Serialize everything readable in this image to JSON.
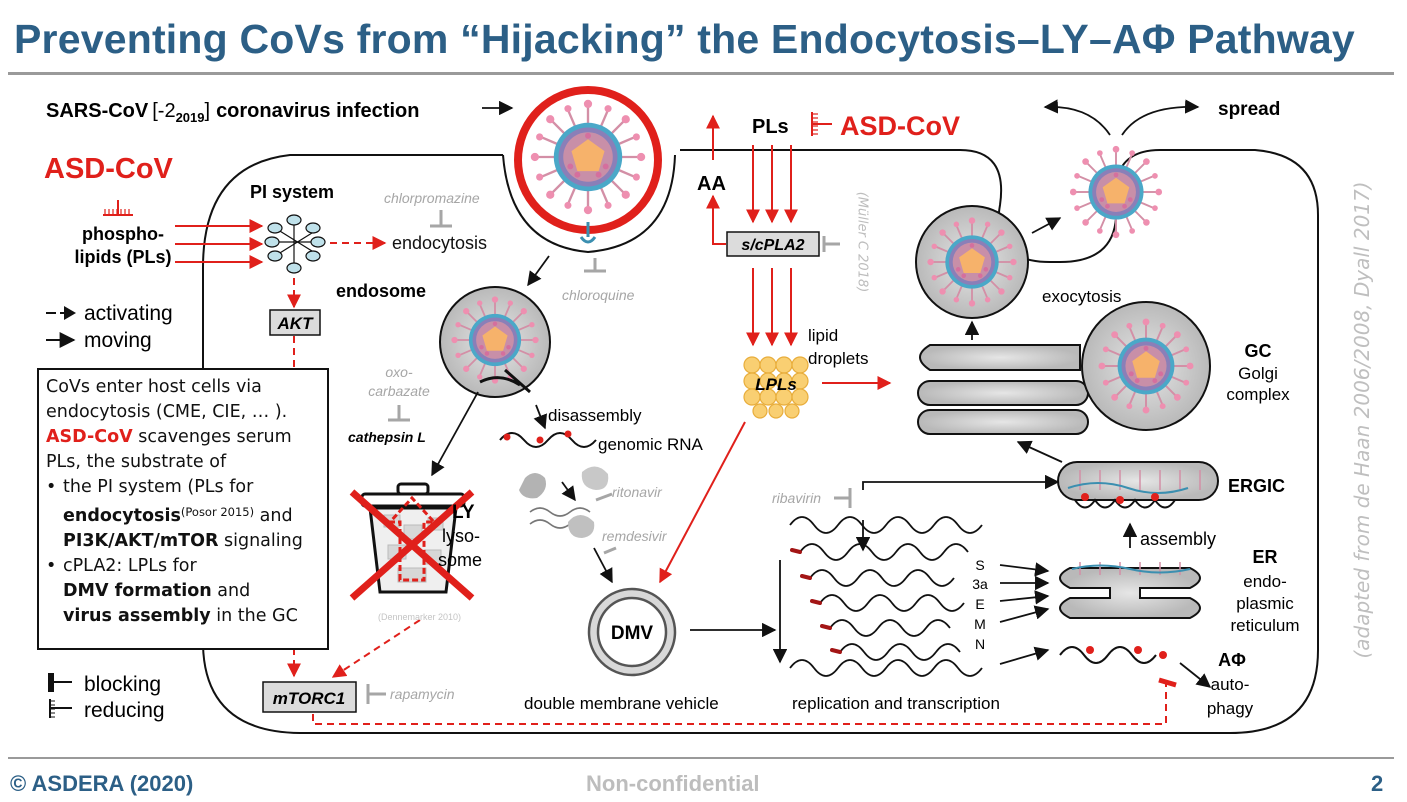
{
  "title": "Preventing CoVs from “Hijacking” the Endocytosis–LY–AΦ Pathway",
  "footer": {
    "left": "© ASDERA (2020)",
    "center": "Non-confidential",
    "right": "2"
  },
  "colors": {
    "title": "#2c5f86",
    "red": "#e0201b",
    "gray": "#a6a6a6"
  },
  "infection": {
    "prefix": "SARS-CoV",
    "bracket_open": "[-2",
    "year_sub": "2019",
    "bracket_close": "]",
    "suffix": "coronavirus infection"
  },
  "left": {
    "asd": "ASD-CoV",
    "pl_line1": "phospho-",
    "pl_line2": "lipids (PLs)",
    "pi_system": "PI system",
    "akt": "AKT",
    "mtorc1": "mTORC1"
  },
  "legend": {
    "activating": "activating",
    "moving": "moving",
    "blocking": "blocking",
    "reducing": "reducing"
  },
  "info": {
    "l1": "CoVs enter host cells via",
    "l2": "endocytosis (CME, CIE, … ).",
    "asd": "ASD-CoV",
    "l3_rest": " scavenges serum",
    "l4": "PLs, the substrate of",
    "b1_a": "the PI system (PLs for",
    "b1_b": "endocytosis",
    "b1_cite": "(Posor 2015)",
    "b1_c": " and",
    "b1_d": "PI3K/AKT/mTOR",
    "b1_e": " signaling",
    "b2_a": "cPLA2: LPLs for",
    "b2_b": "DMV formation",
    "b2_c": " and",
    "b2_d": "virus assembly",
    "b2_e": " in the GC"
  },
  "drugs": {
    "chlorpromazine": "chlorpromazine",
    "chloroquine": "chloroquine",
    "oxo1": "oxo-",
    "oxo2": "carbazate",
    "cathepsin": "cathepsin L",
    "ritonavir": "ritonavir",
    "remdesivir": "remdesivir",
    "ribavirin": "ribavirin",
    "rapamycin": "rapamycin"
  },
  "labels": {
    "endocytosis": "endocytosis",
    "endosome": "endosome",
    "ly": "LY",
    "lyso1": "lyso-",
    "lyso2": "some",
    "dennemarker": "(Dennemarker 2010)",
    "disassembly": "disassembly",
    "genomic_rna": "genomic RNA",
    "dmv": "DMV",
    "dmv_full": "double membrane vehicle",
    "pls": "PLs",
    "asd_top": "ASD-CoV",
    "aa": "AA",
    "spla2": "s/cPLA2",
    "muller": "(Müller C 2018)",
    "lpls": "LPLs",
    "lipid1": "lipid",
    "lipid2": "droplets",
    "spread": "spread",
    "exocytosis": "exocytosis",
    "gc": "GC",
    "golgi1": "Golgi",
    "golgi2": "complex",
    "ergic": "ERGIC",
    "assembly": "assembly",
    "er": "ER",
    "er1": "endo-",
    "er2": "plasmic",
    "er3": "reticulum",
    "aphi": "AΦ",
    "auto1": "auto-",
    "auto2": "phagy",
    "replication": "replication and transcription",
    "credit": "(adapted from de Haan 2006/2008, Dyall 2017)"
  },
  "proteins": [
    "S",
    "3a",
    "E",
    "M",
    "N"
  ]
}
